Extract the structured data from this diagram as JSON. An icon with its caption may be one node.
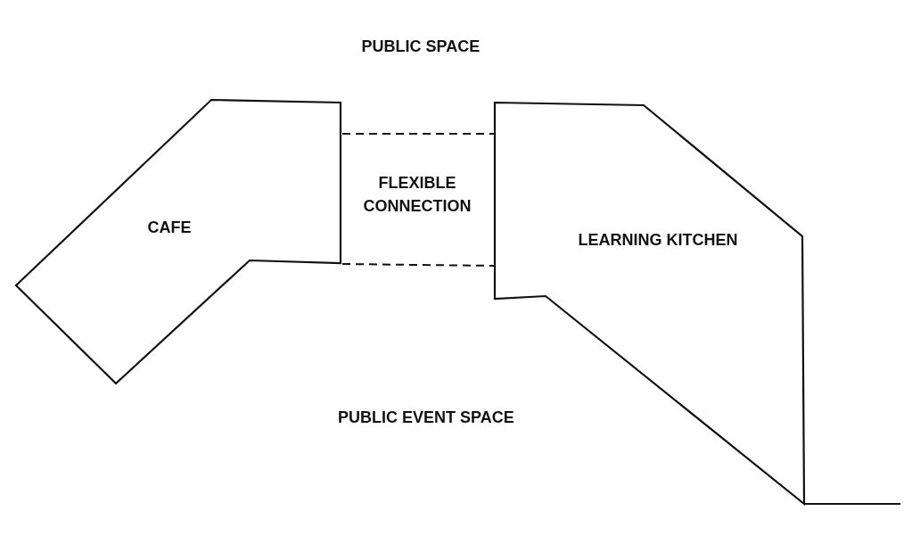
{
  "diagram": {
    "nodes": [
      {
        "text": [
          "CAFE"
        ]
      },
      {
        "text": [
          "FLEXIBLE CONNECTION"
        ]
      },
      {
        "text": [
          "LEARNING KITCHEN"
        ]
      }
    ],
    "labels": [
      "PUBLIC SPACE",
      "PUBLIC EVENT SPACE"
    ]
  }
}
